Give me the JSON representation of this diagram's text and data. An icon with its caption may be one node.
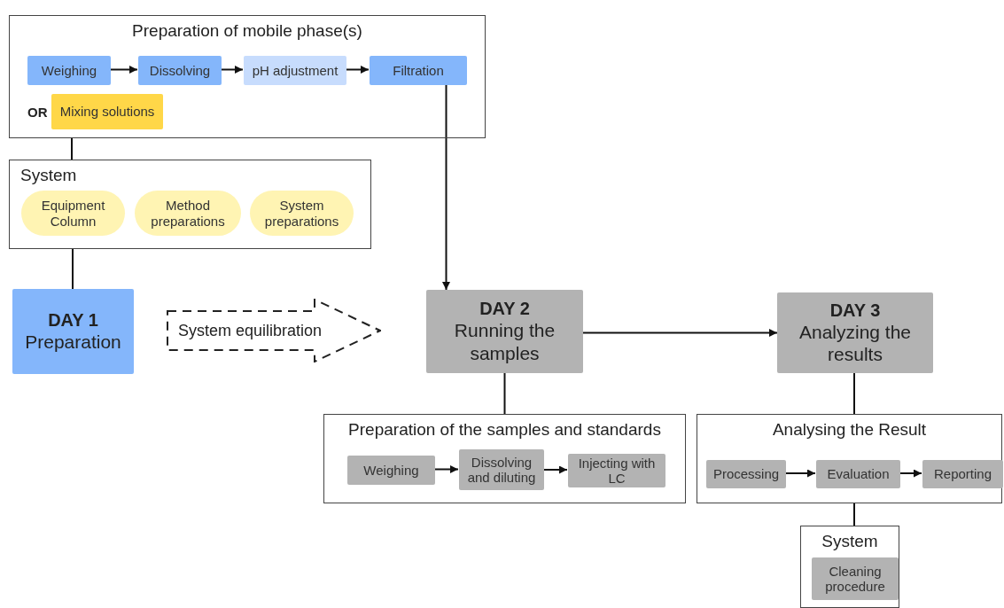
{
  "diagram": {
    "nodes": [
      {
        "text": [
          "Preparation of mobile phase(s)",
          "OR"
        ]
      },
      {
        "text": [
          "Weighing"
        ],
        "in": 0
      },
      {
        "text": [
          "Dissolving"
        ],
        "in": 0
      },
      {
        "text": [
          "pH adjustment"
        ],
        "in": 0
      },
      {
        "text": [
          "Filtration"
        ],
        "in": 0
      },
      {
        "text": [
          "Mixing solutions"
        ],
        "in": 0
      },
      {
        "text": [
          "System"
        ]
      },
      {
        "text": [
          "Equipment Column"
        ],
        "in": 6
      },
      {
        "text": [
          "Method preparations"
        ],
        "in": 6
      },
      {
        "text": [
          "System preparations"
        ],
        "in": 6
      },
      {
        "text": [
          "DAY 1",
          "Preparation"
        ]
      },
      {
        "text": [
          "System equilibration"
        ]
      },
      {
        "text": [
          "DAY 2",
          "Running the samples"
        ]
      },
      {
        "text": [
          "DAY 3",
          "Analyzing the results"
        ]
      },
      {
        "text": [
          "Preparation of the samples and standards"
        ]
      },
      {
        "text": [
          "Weighing"
        ],
        "in": 14
      },
      {
        "text": [
          "Dissolving and diluting"
        ],
        "in": 14
      },
      {
        "text": [
          "Injecting with LC"
        ],
        "in": 14
      },
      {
        "text": [
          "Analysing the Result"
        ]
      },
      {
        "text": [
          "Processing"
        ],
        "in": 18
      },
      {
        "text": [
          "Evaluation"
        ],
        "in": 18
      },
      {
        "text": [
          "Reporting"
        ],
        "in": 18
      },
      {
        "text": [
          "System"
        ]
      },
      {
        "text": [
          "Cleaning procedure"
        ],
        "in": 22
      }
    ],
    "edges": [
      {
        "from": 1,
        "to": 2,
        "arrow": "to"
      },
      {
        "from": 2,
        "to": 3,
        "arrow": "to"
      },
      {
        "from": 3,
        "to": 4,
        "arrow": "to"
      },
      {
        "from": 4,
        "to": 12,
        "arrow": "to"
      },
      {
        "from": 0,
        "to": 6,
        "arrow": "none"
      },
      {
        "from": 6,
        "to": 10,
        "arrow": "none"
      },
      {
        "from": 12,
        "to": 13,
        "arrow": "to"
      },
      {
        "from": 12,
        "to": 14,
        "arrow": "none"
      },
      {
        "from": 15,
        "to": 16,
        "arrow": "to"
      },
      {
        "from": 16,
        "to": 17,
        "arrow": "to"
      },
      {
        "from": 13,
        "to": 18,
        "arrow": "none"
      },
      {
        "from": 19,
        "to": 20,
        "arrow": "to"
      },
      {
        "from": 20,
        "to": 21,
        "arrow": "to"
      },
      {
        "from": 18,
        "to": 22,
        "arrow": "none"
      }
    ]
  }
}
